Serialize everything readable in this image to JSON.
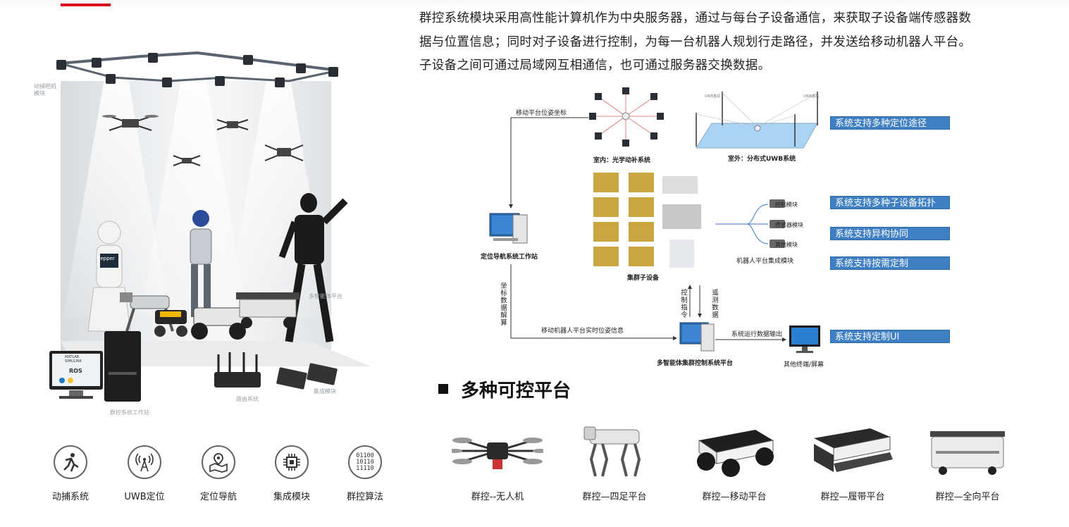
{
  "intro": {
    "line1": "群控系统模块采用高性能计算机作为中央服务器，通过与每台子设备通信，来获取子设备端传感器数",
    "line2": "据与位置信息；同时对子设备进行控制，为每一台机器人规划行走路径，并发送给移动机器人平台。",
    "line3": "子设备之间可通过局域网互相通信，也可通过服务器交换数据。"
  },
  "scene": {
    "labels": {
      "mocap_camera": "动捕相机\n模块",
      "multi_platform": "多智能体平台",
      "workstation": "群控系统工作站",
      "router": "路由系统",
      "integration": "集成模块"
    },
    "screen": {
      "matlab": "MATLAB SIMULINK",
      "ros": "ROS"
    },
    "pepper": "pepper"
  },
  "diagram": {
    "arrow_pose": "移动平台位姿坐标",
    "indoor": "室内：光学动补系统",
    "outdoor": "室外：分布式UWB系统",
    "uwb_tag": "UWB基站",
    "workstation": "定位导航系统工作站",
    "solve": "坐标数据解算",
    "cluster": "集群子设备",
    "control_module": "控制模块",
    "sensor_module": "传感器模块",
    "other_module": "其他模块",
    "robot_integration": "机器人平台集成模块",
    "control_cmd": "控制指令",
    "telemetry": "遥测数据",
    "realtime_pose": "移动机器人平台实时位姿信息",
    "output": "系统运行数据输出",
    "control_platform": "多智能体集群控制系统平台",
    "terminal": "其他终端/屏幕",
    "features": [
      "系统支持多种定位途径",
      "系统支持多种子设备拓扑",
      "系统支持异构协同",
      "系统支持按需定制",
      "系统支持定制UI"
    ]
  },
  "section_title": "多种可控平台",
  "platforms": [
    {
      "label": "群控--无人机",
      "icon": "drone-icon"
    },
    {
      "label": "群控—四足平台",
      "icon": "quadruped-icon"
    },
    {
      "label": "群控—移动平台",
      "icon": "wheeled-robot-icon"
    },
    {
      "label": "群控—履带平台",
      "icon": "tracked-robot-icon"
    },
    {
      "label": "群控—全向平台",
      "icon": "omni-platform-icon"
    }
  ],
  "features_bottom": [
    {
      "label": "动捕系统",
      "icon": "motion-capture-icon"
    },
    {
      "label": "UWB定位",
      "icon": "antenna-icon"
    },
    {
      "label": "定位导航",
      "icon": "map-pin-icon"
    },
    {
      "label": "集成模块",
      "icon": "chip-icon"
    },
    {
      "label": "群控算法",
      "icon": "binary-icon",
      "binary": [
        "01100",
        "10110",
        "11110"
      ]
    }
  ],
  "colors": {
    "accent_red": "#d9001b",
    "feature_blue": "#3f7fc4",
    "line_blue": "#5b8fcf"
  }
}
